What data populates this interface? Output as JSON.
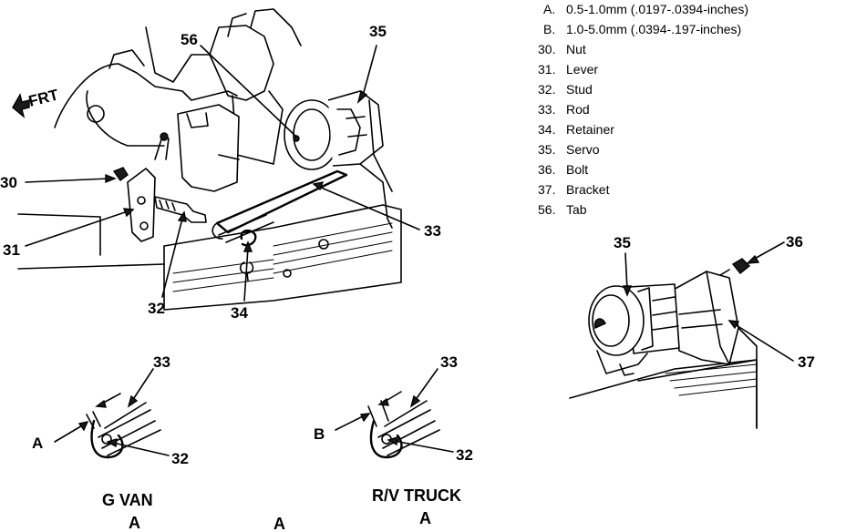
{
  "legend": [
    {
      "key": "A.",
      "text": "0.5-1.0mm (.0197-.0394-inches)"
    },
    {
      "key": "B.",
      "text": "1.0-5.0mm (.0394-.197-inches)"
    },
    {
      "key": "30.",
      "text": "Nut"
    },
    {
      "key": "31.",
      "text": "Lever"
    },
    {
      "key": "32.",
      "text": "Stud"
    },
    {
      "key": "33.",
      "text": "Rod"
    },
    {
      "key": "34.",
      "text": "Retainer"
    },
    {
      "key": "35.",
      "text": "Servo"
    },
    {
      "key": "36.",
      "text": "Bolt"
    },
    {
      "key": "37.",
      "text": "Bracket"
    },
    {
      "key": "56.",
      "text": "Tab"
    }
  ],
  "main": {
    "frt": "FRT",
    "c30": "30",
    "c31": "31",
    "c32": "32",
    "c33": "33",
    "c34": "34",
    "c35": "35",
    "c56": "56"
  },
  "right": {
    "c35": "35",
    "c36": "36",
    "c37": "37"
  },
  "gvan": {
    "c33": "33",
    "c32": "32",
    "dim": "A",
    "caption": "G VAN",
    "sub": "A"
  },
  "rvtruck": {
    "c33": "33",
    "c32": "32",
    "dim": "B",
    "caption": "R/V TRUCK",
    "sub": "A"
  },
  "figure_letter": "A"
}
